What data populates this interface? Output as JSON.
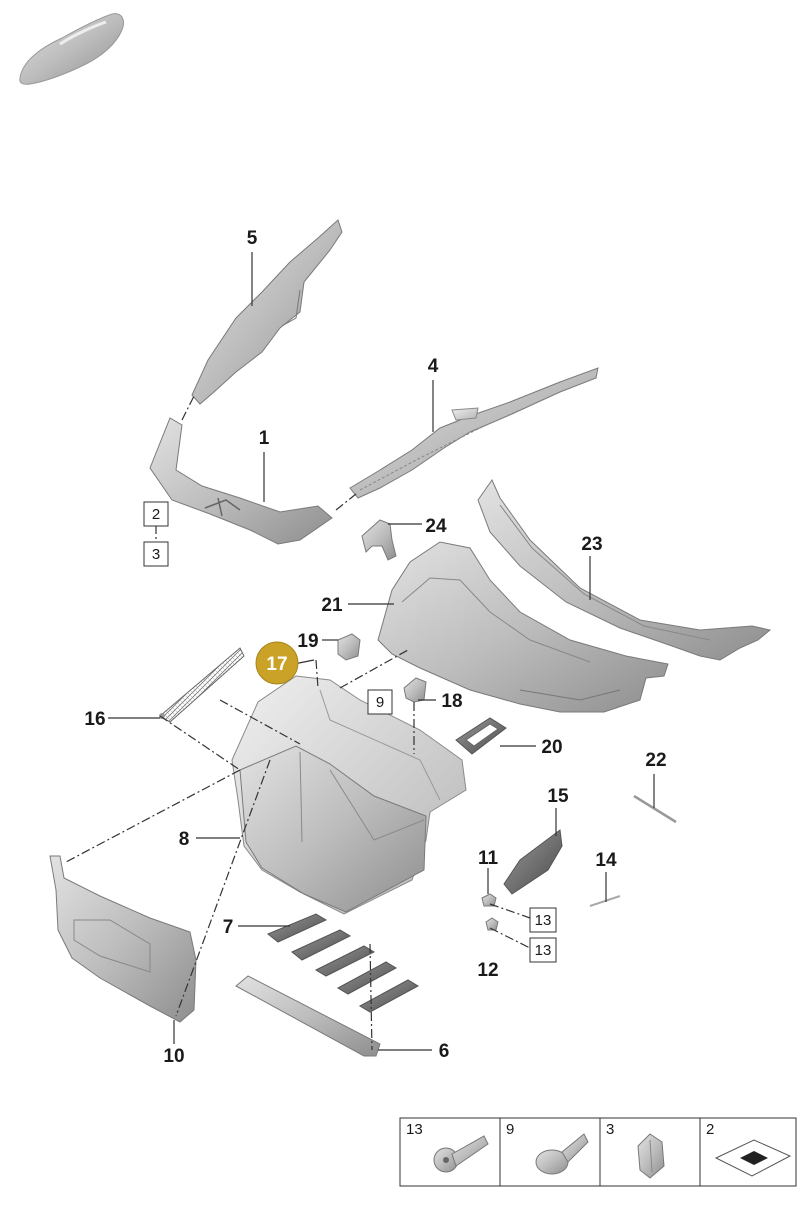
{
  "callouts": {
    "p1": "1",
    "p4": "4",
    "p5": "5",
    "p6": "6",
    "p7": "7",
    "p8": "8",
    "p10": "10",
    "p11": "11",
    "p12": "12",
    "p14": "14",
    "p15": "15",
    "p16": "16",
    "p17": "17",
    "p18": "18",
    "p19": "19",
    "p20": "20",
    "p21": "21",
    "p22": "22",
    "p23": "23",
    "p24": "24"
  },
  "boxed_refs": {
    "b2": "2",
    "b3": "3",
    "b9": "9",
    "b13a": "13",
    "b13b": "13"
  },
  "legend": [
    {
      "number": "13",
      "icon": "screw-icon"
    },
    {
      "number": "9",
      "icon": "push-rivet-icon"
    },
    {
      "number": "3",
      "icon": "clip-nut-icon"
    },
    {
      "number": "2",
      "icon": "square-pad-icon"
    }
  ],
  "colors": {
    "highlight": "#c9a227",
    "part_grey": "#bdbdbd",
    "line": "#333333"
  }
}
